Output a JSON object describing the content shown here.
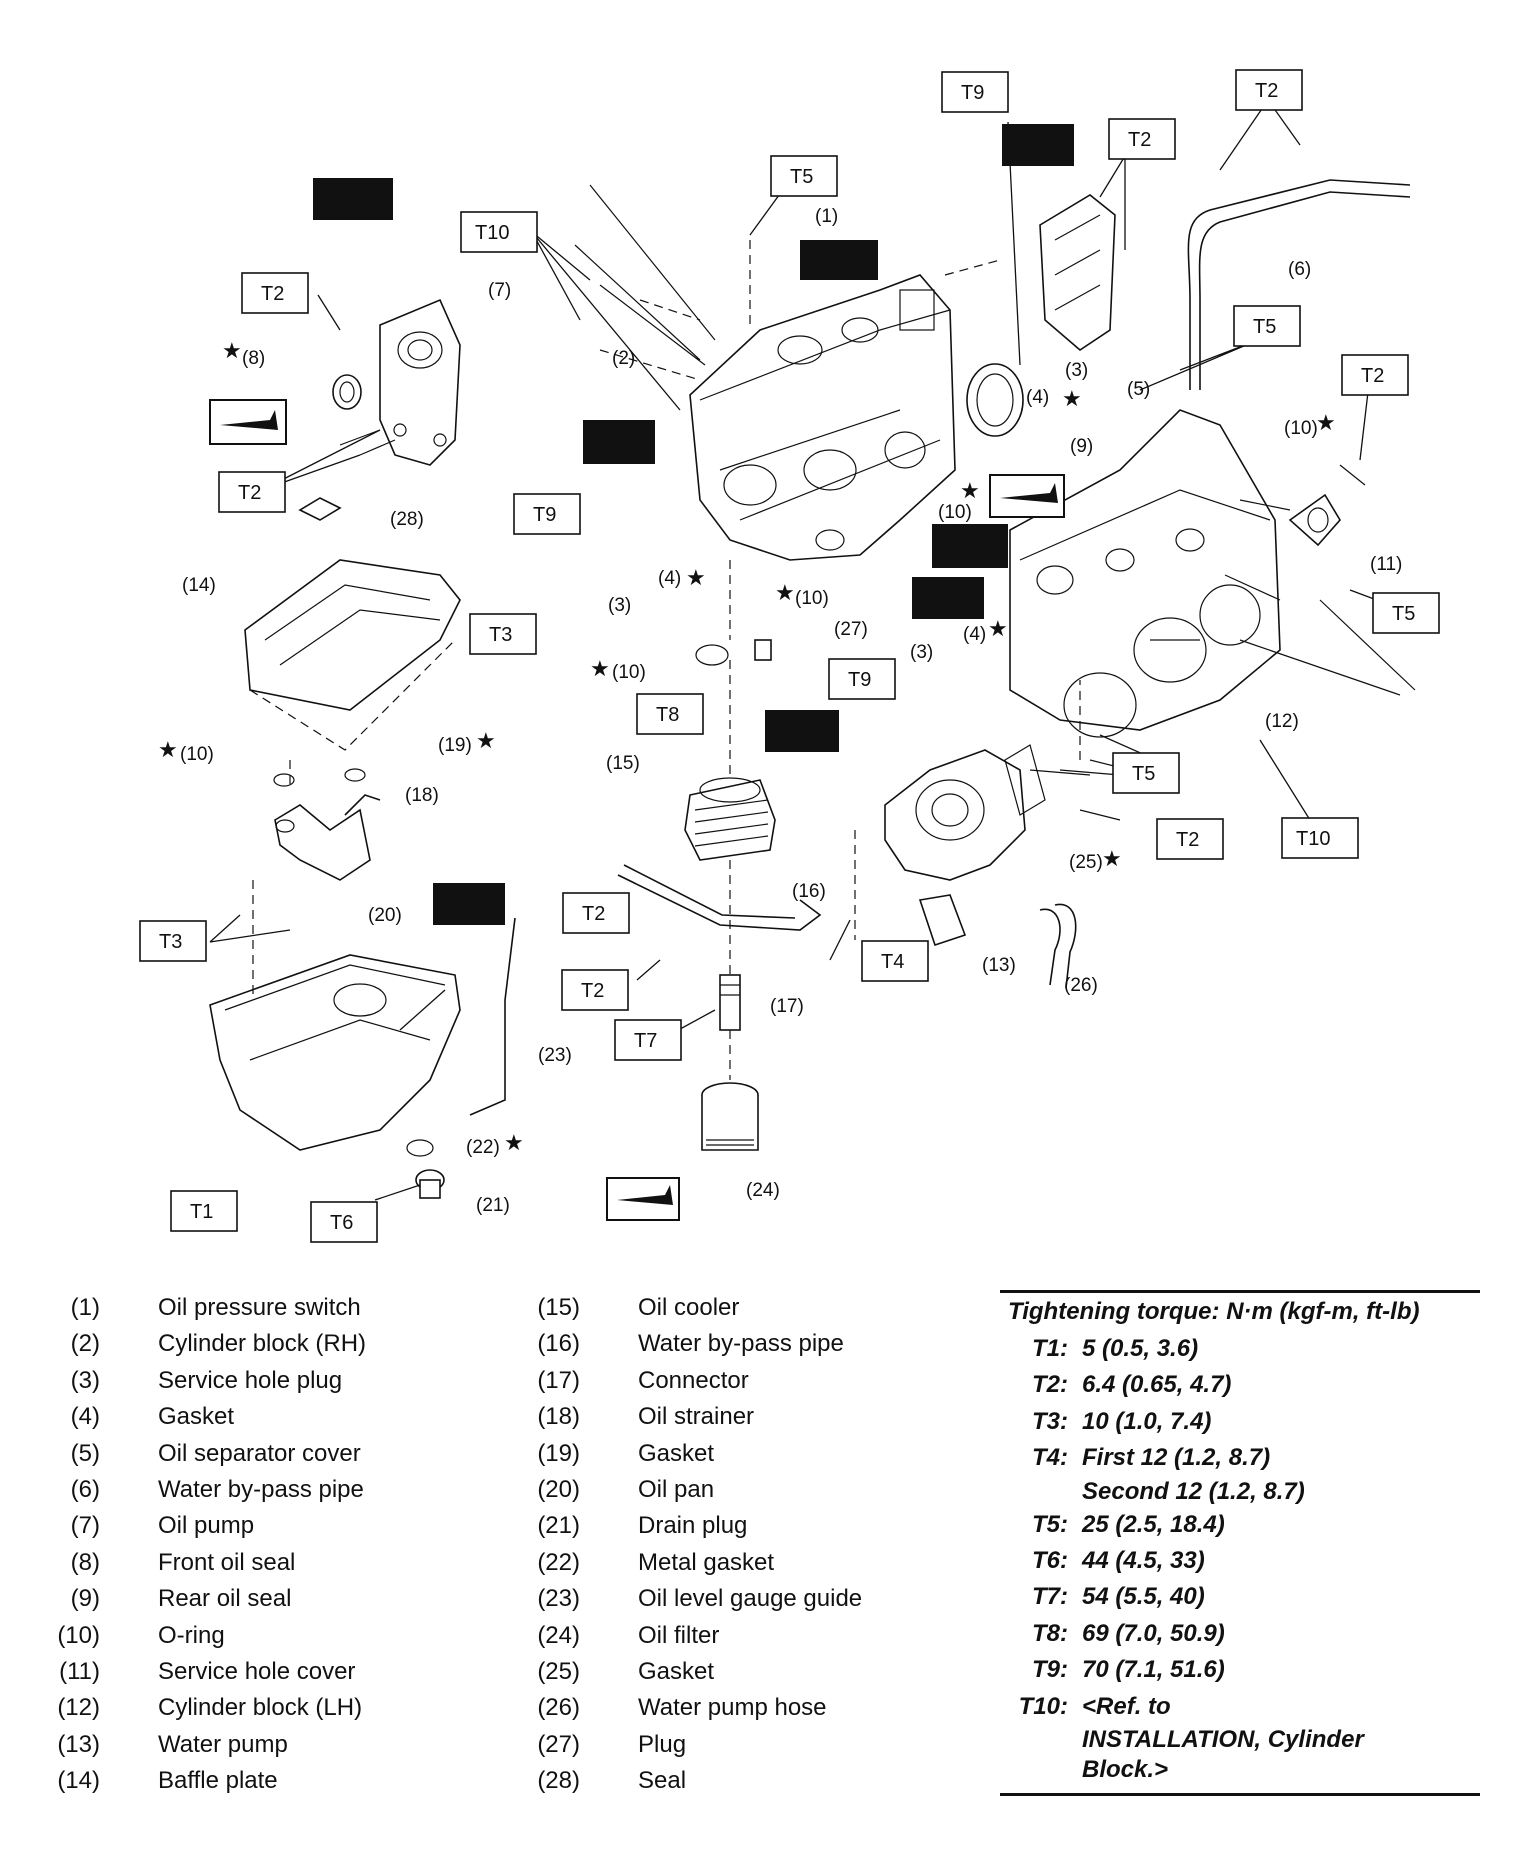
{
  "diagram": {
    "callouts": {
      "c1": "(1)",
      "c2": "(2)",
      "c3": "(3)",
      "c4": "(4)",
      "c5": "(5)",
      "c6": "(6)",
      "c7": "(7)",
      "c8": "(8)",
      "c9": "(9)",
      "c10": "(10)",
      "c11": "(11)",
      "c12": "(12)",
      "c13": "(13)",
      "c14": "(14)",
      "c15": "(15)",
      "c16": "(16)",
      "c17": "(17)",
      "c18": "(18)",
      "c19": "(19)",
      "c20": "(20)",
      "c21": "(21)",
      "c22": "(22)",
      "c23": "(23)",
      "c24": "(24)",
      "c25": "(25)",
      "c26": "(26)",
      "c27": "(27)",
      "c28": "(28)"
    },
    "torque_tags": {
      "t1": "T1",
      "t2": "T2",
      "t3": "T3",
      "t4": "T4",
      "t5": "T5",
      "t6": "T6",
      "t7": "T7",
      "t8": "T8",
      "t9": "T9",
      "t10": "T10"
    },
    "star": "★"
  },
  "parts": [
    {
      "num": "(1)",
      "name": "Oil pressure switch"
    },
    {
      "num": "(2)",
      "name": "Cylinder block (RH)"
    },
    {
      "num": "(3)",
      "name": "Service hole plug"
    },
    {
      "num": "(4)",
      "name": "Gasket"
    },
    {
      "num": "(5)",
      "name": "Oil separator cover"
    },
    {
      "num": "(6)",
      "name": "Water by-pass pipe"
    },
    {
      "num": "(7)",
      "name": "Oil pump"
    },
    {
      "num": "(8)",
      "name": "Front oil seal"
    },
    {
      "num": "(9)",
      "name": "Rear oil seal"
    },
    {
      "num": "(10)",
      "name": "O-ring"
    },
    {
      "num": "(11)",
      "name": "Service hole cover"
    },
    {
      "num": "(12)",
      "name": "Cylinder block (LH)"
    },
    {
      "num": "(13)",
      "name": "Water pump"
    },
    {
      "num": "(14)",
      "name": "Baffle plate"
    },
    {
      "num": "(15)",
      "name": "Oil cooler"
    },
    {
      "num": "(16)",
      "name": "Water by-pass pipe"
    },
    {
      "num": "(17)",
      "name": "Connector"
    },
    {
      "num": "(18)",
      "name": "Oil strainer"
    },
    {
      "num": "(19)",
      "name": "Gasket"
    },
    {
      "num": "(20)",
      "name": "Oil pan"
    },
    {
      "num": "(21)",
      "name": "Drain plug"
    },
    {
      "num": "(22)",
      "name": "Metal gasket"
    },
    {
      "num": "(23)",
      "name": "Oil level gauge guide"
    },
    {
      "num": "(24)",
      "name": "Oil filter"
    },
    {
      "num": "(25)",
      "name": "Gasket"
    },
    {
      "num": "(26)",
      "name": "Water pump hose"
    },
    {
      "num": "(27)",
      "name": "Plug"
    },
    {
      "num": "(28)",
      "name": "Seal"
    }
  ],
  "torque": {
    "title": "Tightening torque: N·m (kgf-m, ft-lb)",
    "items": [
      {
        "code": "T1:",
        "value": "5 (0.5, 3.6)"
      },
      {
        "code": "T2:",
        "value": "6.4 (0.65, 4.7)"
      },
      {
        "code": "T3:",
        "value": "10 (1.0, 7.4)"
      },
      {
        "code": "T4:",
        "value": "First 12 (1.2, 8.7)",
        "value2": "Second 12 (1.2, 8.7)"
      },
      {
        "code": "T5:",
        "value": "25 (2.5, 18.4)"
      },
      {
        "code": "T6:",
        "value": "44 (4.5, 33)"
      },
      {
        "code": "T7:",
        "value": "54 (5.5, 40)"
      },
      {
        "code": "T8:",
        "value": "69 (7.0, 50.9)"
      },
      {
        "code": "T9:",
        "value": "70 (7.1, 51.6)"
      },
      {
        "code": "T10:",
        "value": "<Ref. to",
        "value2": "INSTALLATION, Cylinder",
        "value3": "Block.>"
      }
    ]
  }
}
